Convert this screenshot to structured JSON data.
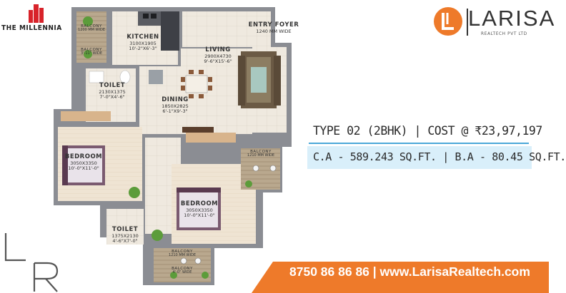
{
  "brand_left": {
    "name": "THE MILLENNIA"
  },
  "brand_right": {
    "name": "LARISA",
    "tagline": "REALTECH PVT LTD",
    "accent": "#ee7a2a"
  },
  "monogram": {
    "letters": [
      "L",
      "R"
    ]
  },
  "rooms": {
    "balcony_top": {
      "title": "BALCONY",
      "dim1": "1200 MM WIDE",
      "dim2": "3'-11\" WIDE"
    },
    "kitchen": {
      "title": "KITCHEN",
      "dim1": "3100X1905",
      "dim2": "10'-2\"X6'-3\""
    },
    "entry_foyer": {
      "title": "ENTRY FOYER",
      "dim1": "1240 MM WIDE"
    },
    "living": {
      "title": "LIVING",
      "dim1": "2900X4730",
      "dim2": "9'-6\"X15'-6\""
    },
    "toilet_1": {
      "title": "TOILET",
      "dim1": "2130X1375",
      "dim2": "7'-0\"X4'-6\""
    },
    "dining": {
      "title": "DINING",
      "dim1": "1850X2825",
      "dim2": "6'-1\"X9'-3\""
    },
    "bedroom_1": {
      "title": "BEDROOM",
      "dim1": "3050X3350",
      "dim2": "10'-0\"X11'-0\""
    },
    "balcony_right": {
      "title": "BALCONY",
      "dim1": "1210 MM WIDE"
    },
    "bedroom_2": {
      "title": "BEDROOM",
      "dim1": "3050X3350",
      "dim2": "10'-0\"X11'-0\""
    },
    "toilet_2": {
      "title": "TOILET",
      "dim1": "1375X2130",
      "dim2": "4'-6\"X7'-0\""
    },
    "balcony_bottom": {
      "title": "BALCONY",
      "dim1": "1210 MM WIDE",
      "dim2": "4'-0\" WIDE"
    }
  },
  "unit": {
    "type_line": "TYPE 02 (2BHK) | COST @ ₹23,97,197",
    "area_line": "C.A - 589.243 SQ.FT. | B.A - 80.45 SQ.FT."
  },
  "contact": {
    "line": "8750 86 86 86 | www.LarisaRealtech.com"
  },
  "colors": {
    "orange": "#ee7a2a",
    "highlight": "#d9effa",
    "rule": "#4aa7d8",
    "floor": "#ede7dc",
    "wall": "#7a7c82"
  }
}
